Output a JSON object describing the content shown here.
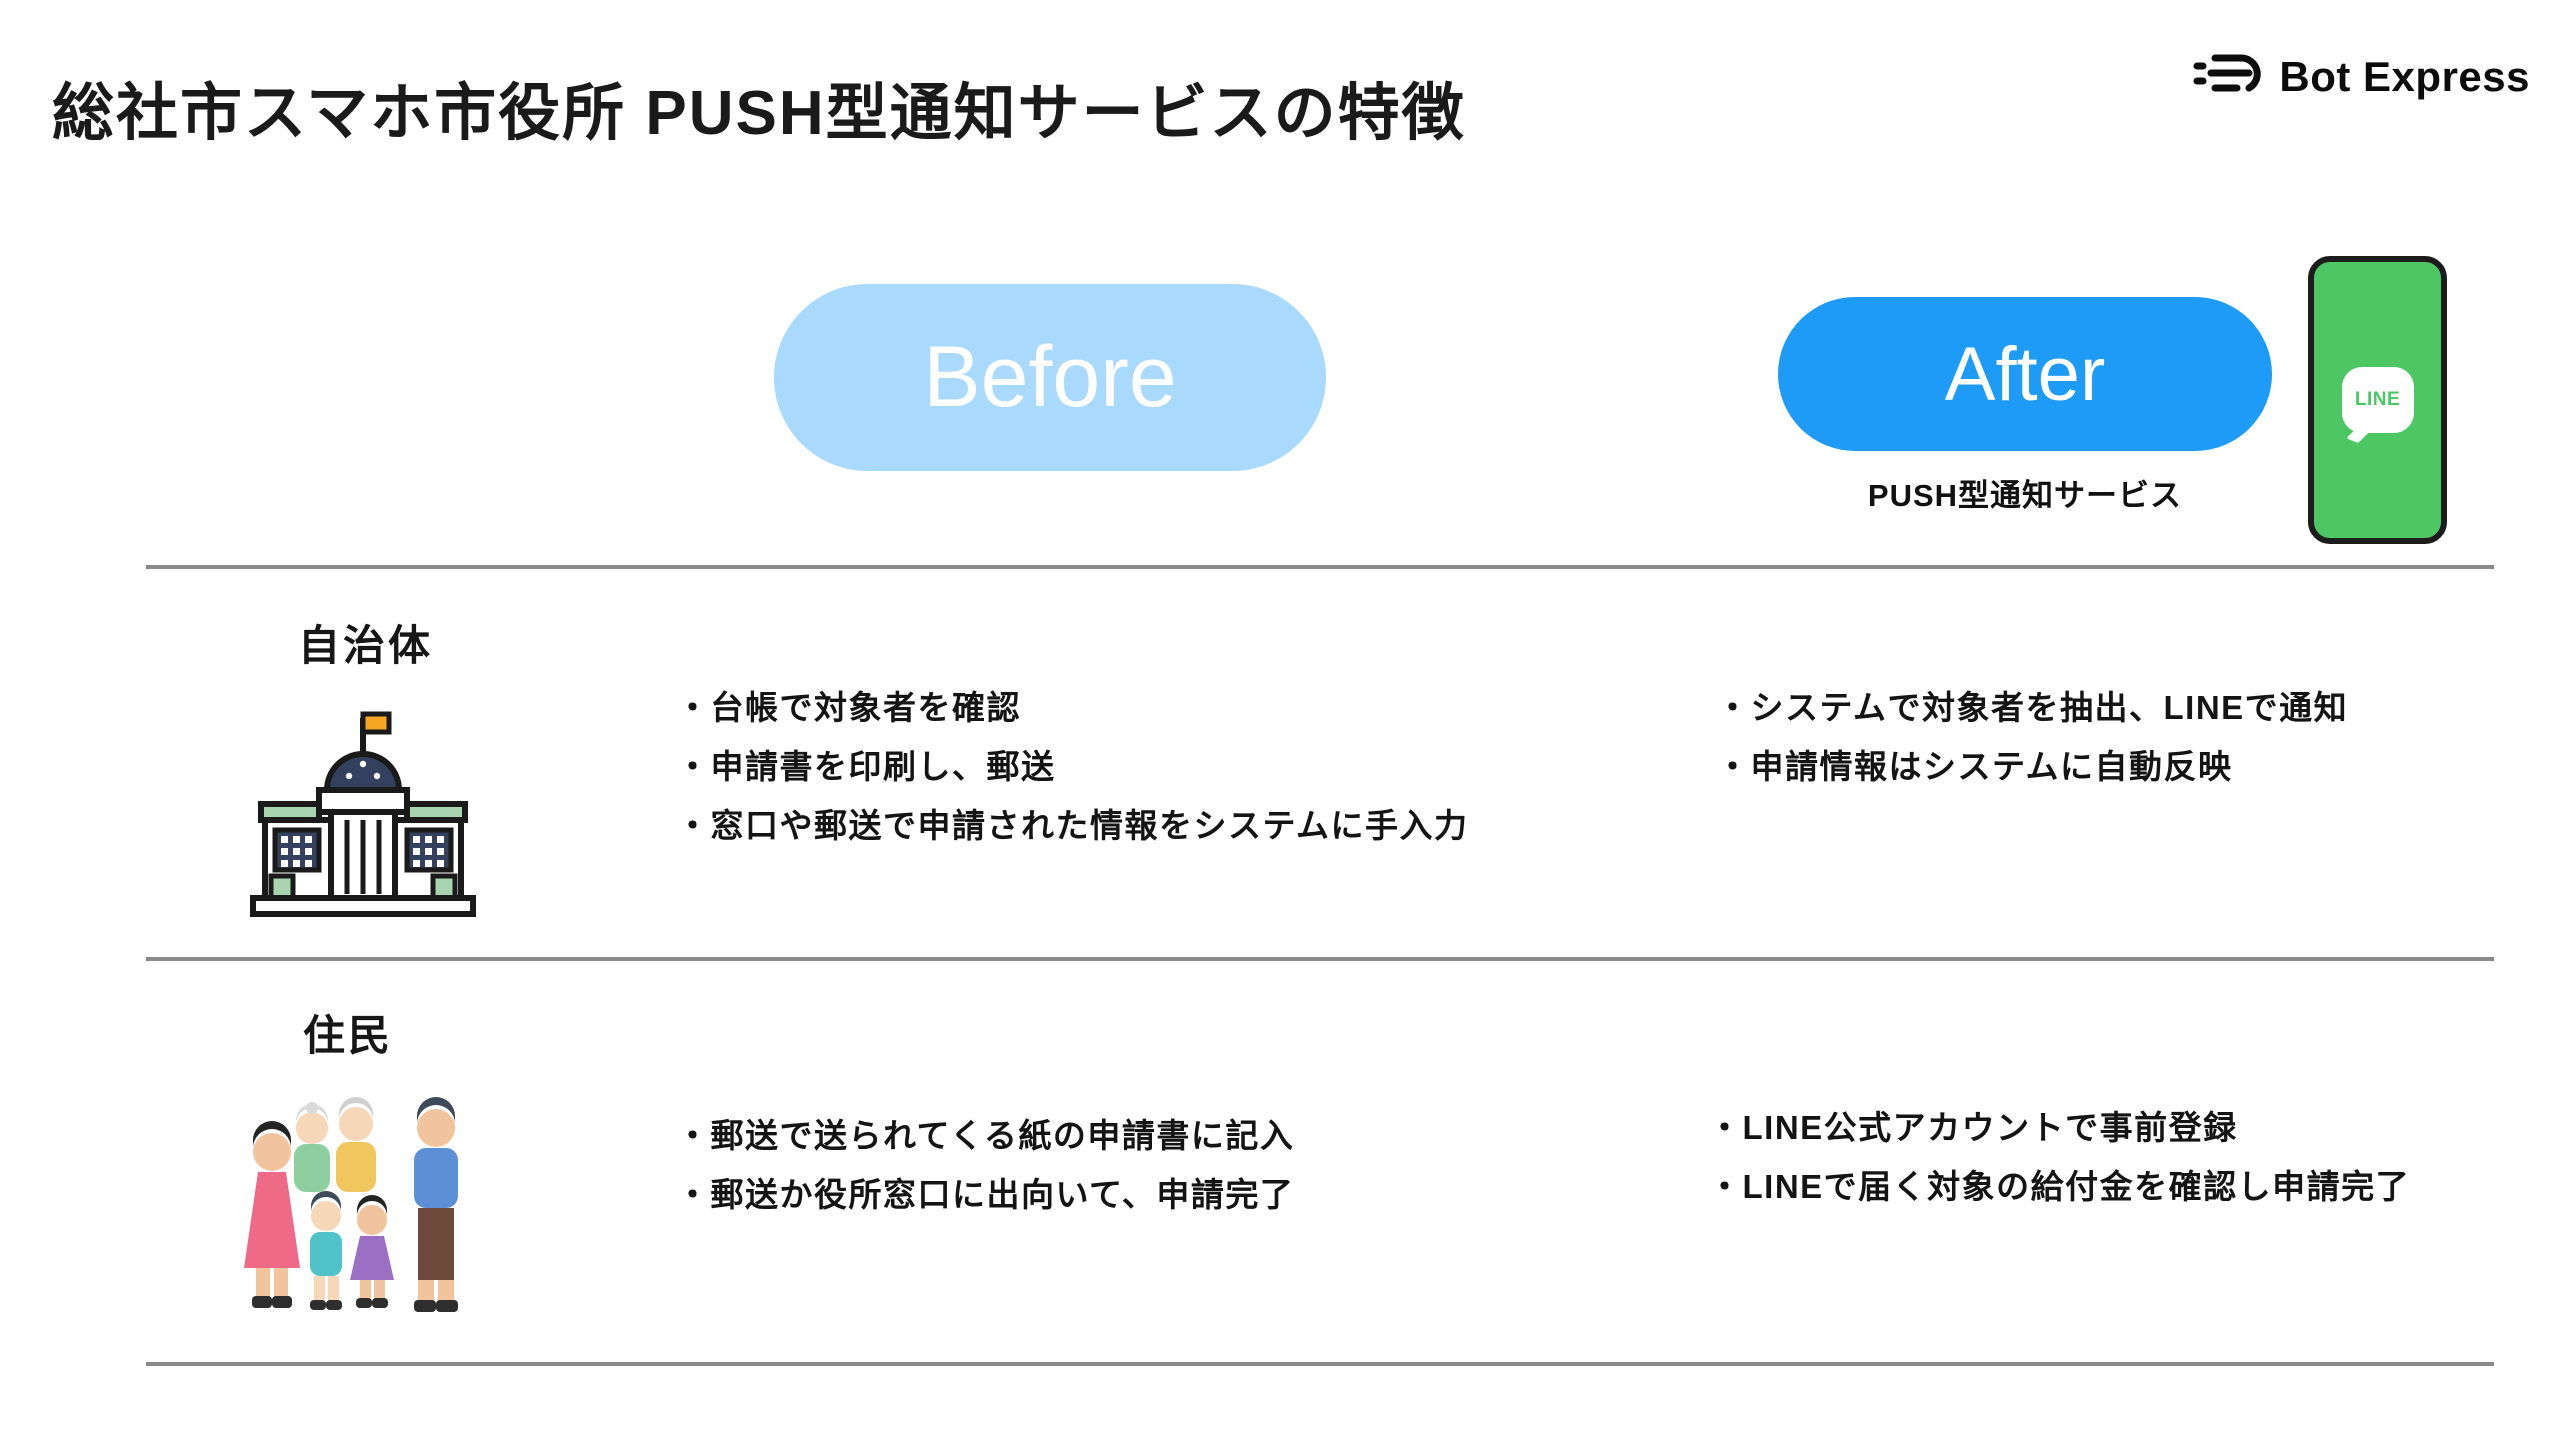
{
  "header": {
    "title": "総社市スマホ市役所 PUSH型通知サービスの特徴",
    "brand": "Bot Express"
  },
  "colors": {
    "before_pill": "#aad9fe",
    "after_pill": "#1e9bf6",
    "line_green": "#4cc764",
    "divider": "#8a8a8a"
  },
  "comparison": {
    "before_label": "Before",
    "after_label": "After",
    "after_subtitle": "PUSH型通知サービス"
  },
  "phone": {
    "line_label": "LINE"
  },
  "rows": [
    {
      "label": "自治体",
      "icon": "government-building",
      "before_items": [
        "・台帳で対象者を確認",
        "・申請書を印刷し、郵送",
        "・窓口や郵送で申請された情報をシステムに手入力"
      ],
      "after_items": [
        "・システムで対象者を抽出、LINEで通知",
        "・申請情報はシステムに自動反映"
      ]
    },
    {
      "label": "住民",
      "icon": "family",
      "before_items": [
        "・郵送で送られてくる紙の申請書に記入",
        "・郵送か役所窓口に出向いて、申請完了"
      ],
      "after_items": [
        "・LINE公式アカウントで事前登録",
        "・LINEで届く対象の給付金を確認し申請完了"
      ]
    }
  ]
}
